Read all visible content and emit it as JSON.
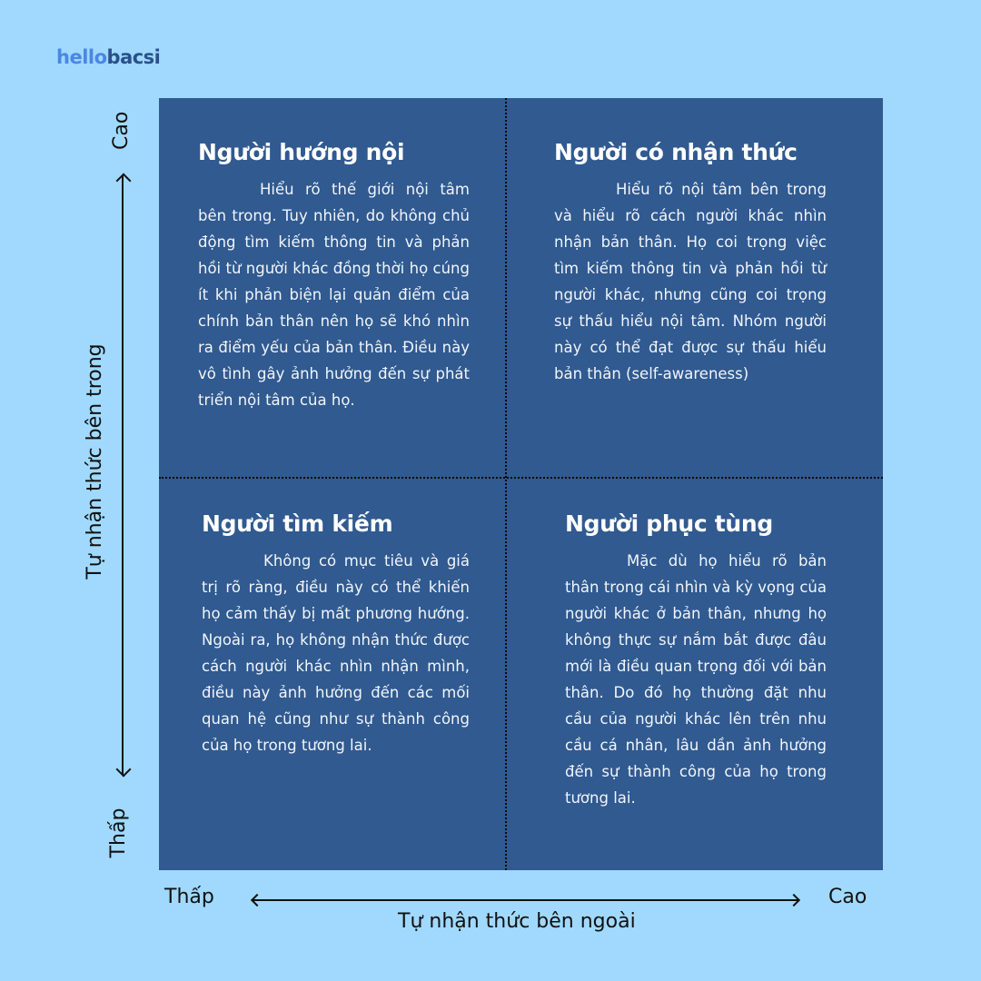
{
  "brand": {
    "logo_part1": "hello",
    "logo_part2": "bacsi",
    "colors": {
      "hello": "#4b86e6",
      "bacsi": "#2b4f8c"
    }
  },
  "colors": {
    "background": "#a0d9fd",
    "matrix": "#305a90",
    "text_on_matrix": "#ffffff",
    "axis": "#111111"
  },
  "axes": {
    "y": {
      "title": "Tự nhận thức bên trong",
      "high": "Cao",
      "low": "Thấp"
    },
    "x": {
      "title": "Tự nhận thức bên ngoài",
      "low": "Thấp",
      "high": "Cao"
    }
  },
  "quadrants": {
    "top_left": {
      "title": "Người hướng nội",
      "body": "Hiểu rõ thế giới nội tâm bên trong. Tuy nhiên, do không chủ động tìm kiếm thông tin và phản hồi từ người khác đồng thời họ cúng ít khi phản biện lại quản điểm của chính bản thân nên họ sẽ khó nhìn ra điểm yếu của bản thân. Điều này vô tình gây ảnh hưởng đến sự phát triển nội tâm của họ."
    },
    "top_right": {
      "title": "Người có nhận thức",
      "body": "Hiểu rõ nội tâm bên trong và hiểu rõ cách người khác nhìn nhận bản thân. Họ coi trọng việc tìm kiếm thông tin và phản hồi từ người khác, nhưng cũng coi trọng sự thấu hiểu nội tâm. Nhóm người này có thể đạt được sự thấu hiểu bản thân (self-awareness)"
    },
    "bottom_left": {
      "title": "Người tìm kiếm",
      "body": "Không có mục tiêu và giá trị rõ ràng, điều này có thể khiến họ cảm thấy bị mất phương hướng. Ngoài ra, họ không nhận thức được cách người khác nhìn nhận mình, điều này ảnh hưởng đến các mối quan hệ cũng như sự thành công của họ trong tương lai."
    },
    "bottom_right": {
      "title": "Người phục tùng",
      "body": "Mặc dù họ hiểu rõ bản thân trong cái nhìn và kỳ vọng của người khác ở bản thân, nhưng họ không thực sự nắm bắt được đâu mới là điều quan trọng đối với bản thân. Do đó họ thường đặt nhu cầu của người khác lên trên nhu cầu cá nhân, lâu dần ảnh hưởng đến sự thành công của họ trong tương lai."
    }
  }
}
